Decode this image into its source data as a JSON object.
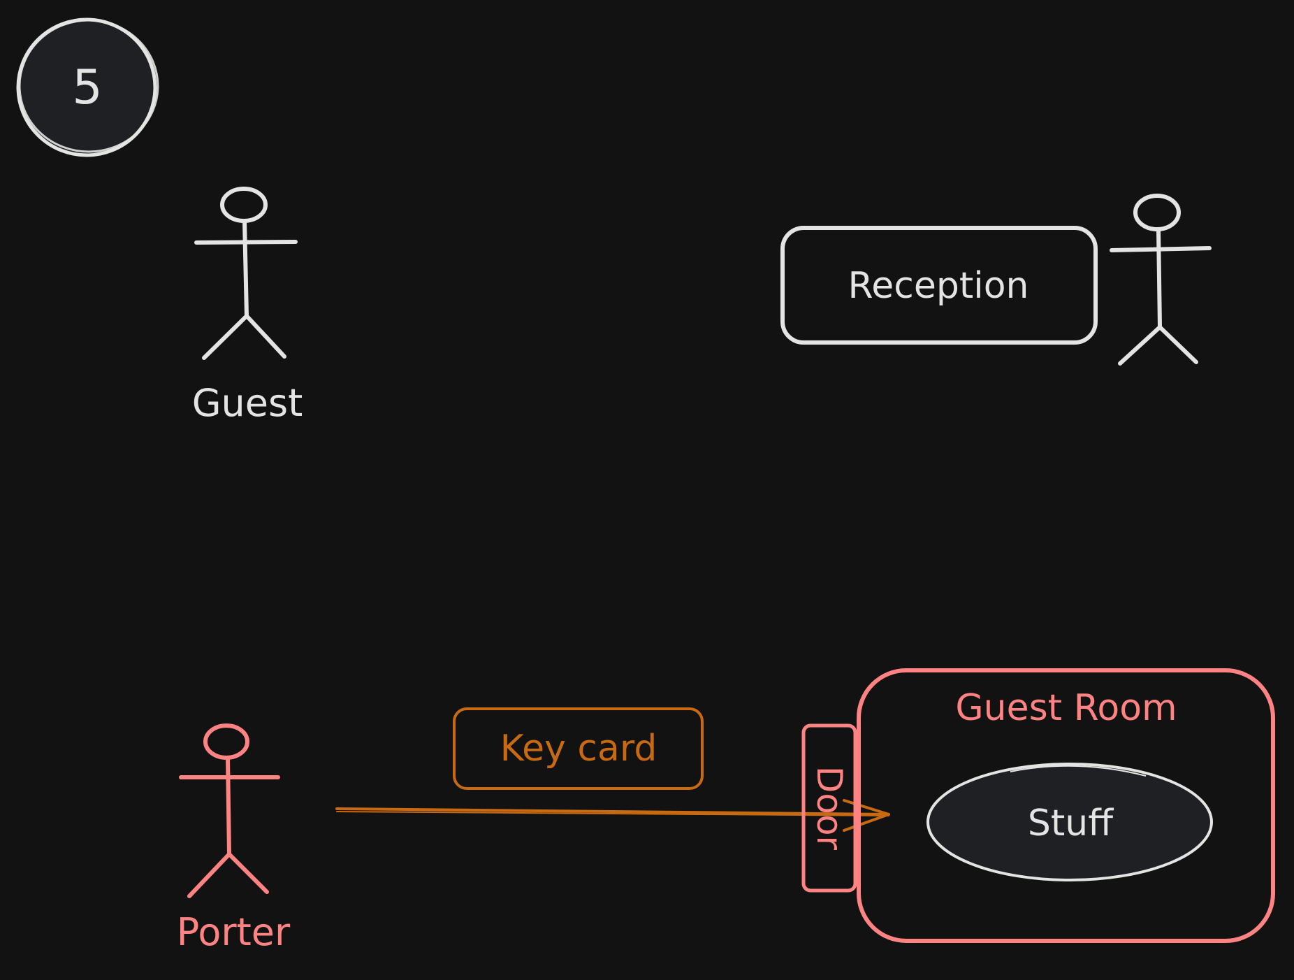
{
  "step": {
    "number": "5"
  },
  "actors": {
    "guest": {
      "label": "Guest"
    },
    "receptionist": {
      "label": ""
    },
    "porter": {
      "label": "Porter"
    }
  },
  "reception": {
    "label": "Reception"
  },
  "key_card": {
    "label": "Key card"
  },
  "door": {
    "label": "Door"
  },
  "guest_room": {
    "label": "Guest Room"
  },
  "stuff": {
    "label": "Stuff"
  },
  "colors": {
    "background": "#121212",
    "stroke_default": "#e4e4e4",
    "porter": "#ff8383",
    "key_card": "#c86a12",
    "fill_dark": "#1f2023"
  }
}
